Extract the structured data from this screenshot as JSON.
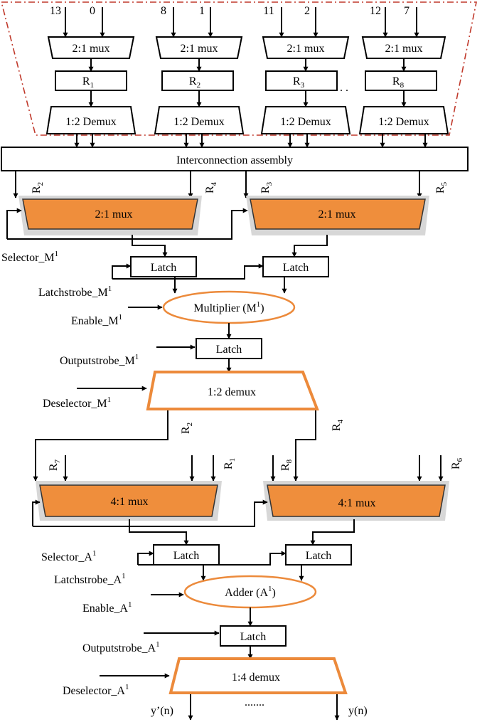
{
  "top_stage": [
    {
      "inputs": [
        "13",
        "0"
      ],
      "input_colors": [
        "#000000",
        "#000000"
      ],
      "mux": "2:1 mux",
      "register": {
        "name": "R",
        "sub": "1"
      },
      "demux": "1:2 Demux"
    },
    {
      "inputs": [
        "8",
        "1"
      ],
      "input_colors": [
        "#000000",
        "#000000"
      ],
      "mux": "2:1 mux",
      "register": {
        "name": "R",
        "sub": "2"
      },
      "demux": "1:2 Demux"
    },
    {
      "inputs": [
        "11",
        "2"
      ],
      "input_colors": [
        "#e02020",
        "#000000"
      ],
      "mux": "2:1 mux",
      "register": {
        "name": "R",
        "sub": "3"
      },
      "demux": "1:2 Demux"
    },
    {
      "inputs": [
        "12",
        "7"
      ],
      "input_colors": [
        "#e02020",
        "#000000"
      ],
      "mux": "2:1 mux",
      "register": {
        "name": "R",
        "sub": "8"
      },
      "demux": "1:2 Demux"
    }
  ],
  "ellipsis_dots": ". .",
  "interconnect": "Interconnection assembly",
  "mult_stage": {
    "mux_left": "2:1 mux",
    "mux_right": "2:1 mux",
    "mux_left_inputs": [
      {
        "name": "R",
        "sub": "2"
      },
      {
        "name": "R",
        "sub": "4"
      }
    ],
    "mux_right_inputs": [
      {
        "name": "R",
        "sub": "3"
      },
      {
        "name": "R",
        "sub": "5"
      }
    ],
    "selector": {
      "name": "Selector_M",
      "sup": "1"
    },
    "latch_left": "Latch",
    "latch_right": "Latch",
    "latchstrobe": {
      "name": "Latchstrobe_M",
      "sup": "1"
    },
    "enable": {
      "name": "Enable_M",
      "sup": "1"
    },
    "unit": {
      "name": "Multiplier (M",
      "sup": "1",
      "close": ")"
    },
    "outputstrobe": {
      "name": "Outputstrobe_M",
      "sup": "1"
    },
    "out_latch": "Latch",
    "deselector": {
      "name": "Deselector_M",
      "sup": "1"
    },
    "demux": "1:2 demux",
    "demux_outputs": [
      {
        "name": "R",
        "sub": "2"
      },
      {
        "name": "R",
        "sub": "4"
      }
    ]
  },
  "add_stage": {
    "mux_left": "4:1 mux",
    "mux_right": "4:1 mux",
    "mux_left_labels": [
      {
        "name": "R",
        "sub": "7"
      },
      {
        "name": "R",
        "sub": "1"
      }
    ],
    "mux_right_labels": [
      {
        "name": "R",
        "sub": "8"
      },
      {
        "name": "R",
        "sub": "6"
      }
    ],
    "selector": {
      "name": "Selector_A",
      "sup": "1"
    },
    "latch_left": "Latch",
    "latch_right": "Latch",
    "latchstrobe": {
      "name": "Latchstrobe_A",
      "sup": "1"
    },
    "enable": {
      "name": "Enable_A",
      "sup": "1"
    },
    "unit": {
      "name": "Adder (A",
      "sup": "1",
      "close": ")"
    },
    "outputstrobe": {
      "name": "Outputstrobe_A",
      "sup": "1"
    },
    "out_latch": "Latch",
    "deselector": {
      "name": "Deselector_A",
      "sup": "1"
    },
    "demux": "1:4 demux",
    "outputs": [
      "y’(n)",
      "y(n)"
    ],
    "output_dots": "......."
  },
  "colors": {
    "accent_orange": "#ef8e3c",
    "dashed_border": "#c0392b",
    "highlight_red": "#e02020"
  }
}
